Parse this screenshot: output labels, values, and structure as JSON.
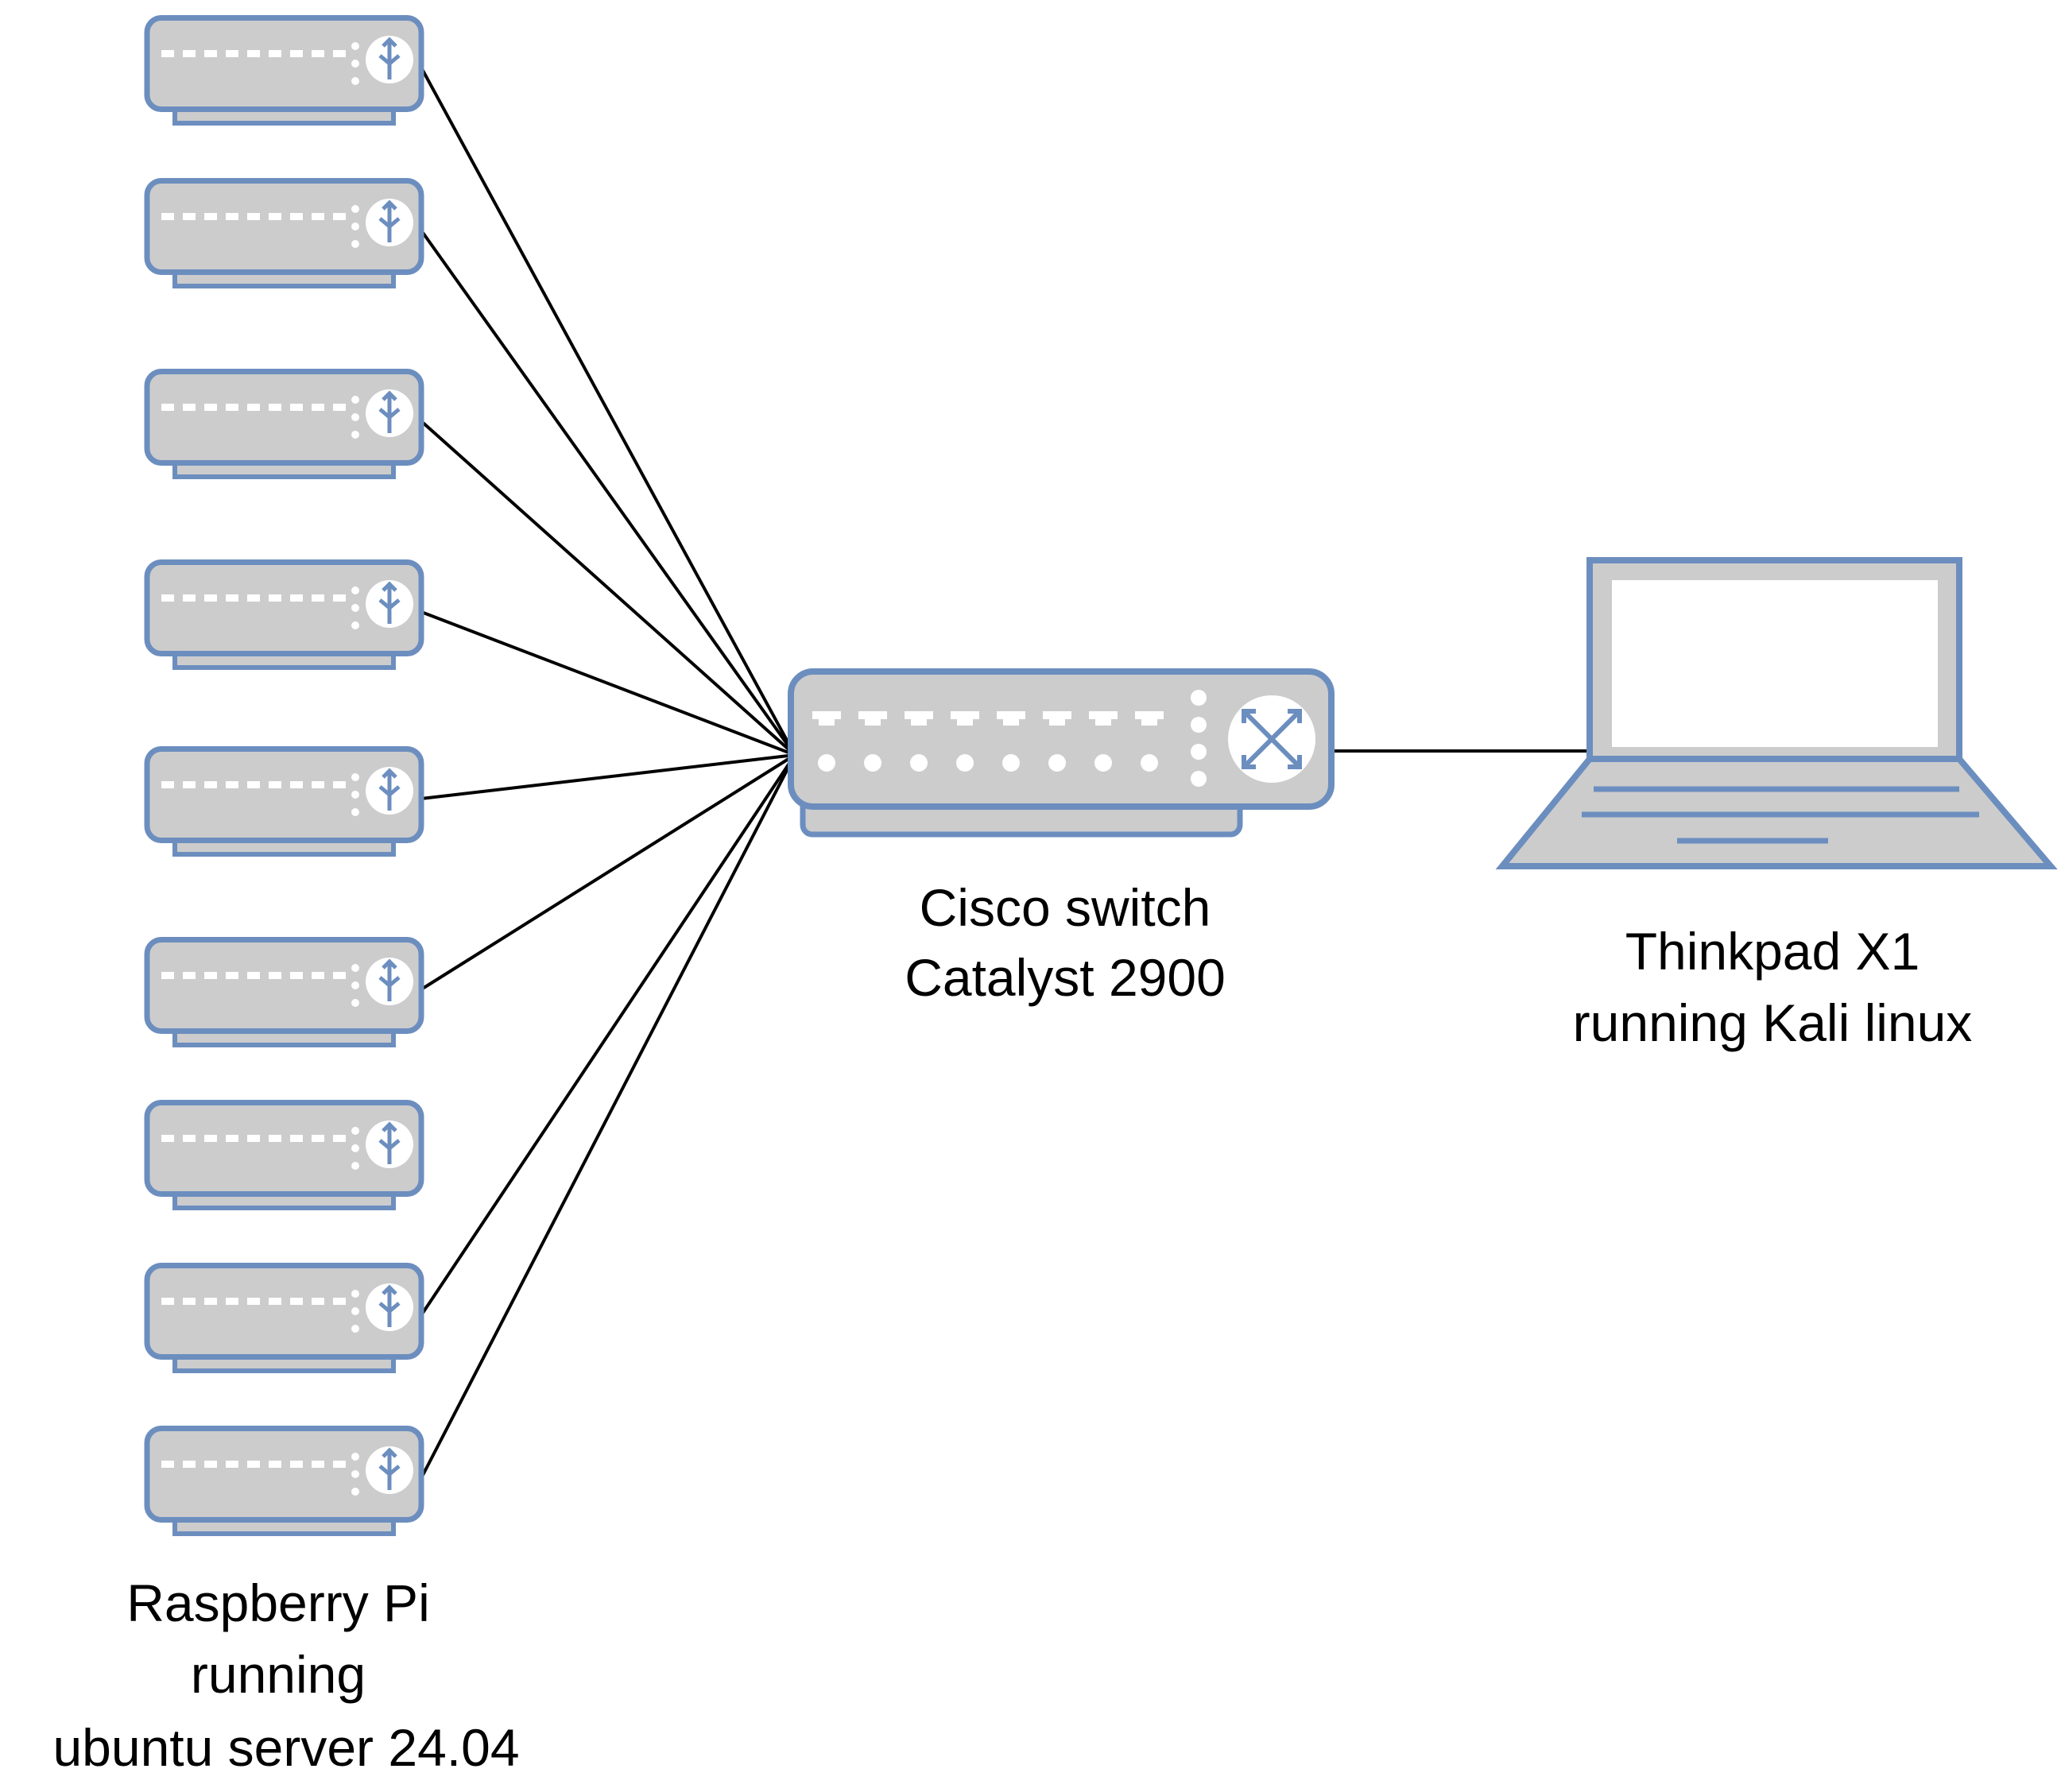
{
  "diagram": {
    "nodes": {
      "raspberry_pi": {
        "count": 9,
        "label_lines": [
          "Raspberry Pi",
          "running",
          "ubuntu server 24.04"
        ]
      },
      "switch": {
        "label_lines": [
          "Cisco switch",
          "Catalyst 2900"
        ]
      },
      "laptop": {
        "label_lines": [
          "Thinkpad X1",
          "running Kali linux"
        ]
      }
    },
    "connections": [
      {
        "from": "raspberry_pi_1",
        "to": "switch"
      },
      {
        "from": "raspberry_pi_2",
        "to": "switch"
      },
      {
        "from": "raspberry_pi_3",
        "to": "switch"
      },
      {
        "from": "raspberry_pi_4",
        "to": "switch"
      },
      {
        "from": "raspberry_pi_5",
        "to": "switch"
      },
      {
        "from": "raspberry_pi_6",
        "to": "switch"
      },
      {
        "from": "raspberry_pi_8",
        "to": "switch"
      },
      {
        "from": "raspberry_pi_9",
        "to": "switch"
      },
      {
        "from": "switch",
        "to": "laptop"
      }
    ],
    "colors": {
      "device_fill": "#cccccc",
      "device_stroke": "#6c8ebf",
      "port_color": "#ffffff",
      "line_color": "#000000",
      "screen_fill": "#ffffff"
    }
  }
}
